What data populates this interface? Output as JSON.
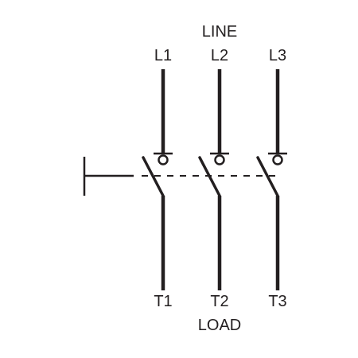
{
  "diagram": {
    "line_label": "LINE",
    "load_label": "LOAD",
    "poles": [
      {
        "line_terminal": "L1",
        "load_terminal": "T1"
      },
      {
        "line_terminal": "L2",
        "load_terminal": "T2"
      },
      {
        "line_terminal": "L3",
        "load_terminal": "T3"
      }
    ],
    "color": "#231f20"
  }
}
